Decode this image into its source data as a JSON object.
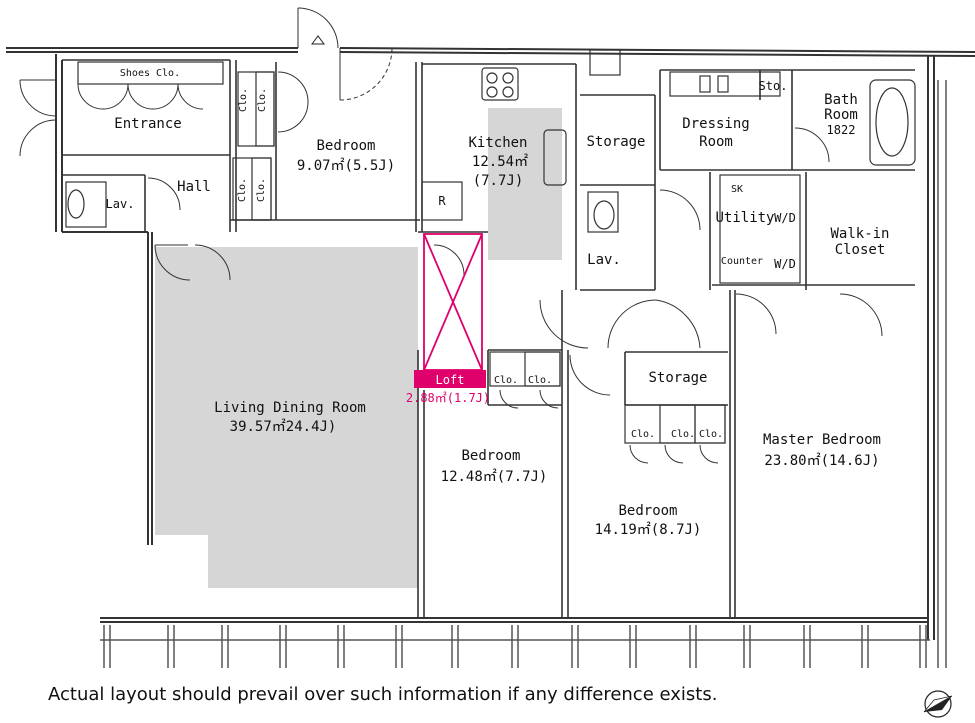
{
  "rooms": {
    "shoes_closet": "Shoes Clo.",
    "entrance": "Entrance",
    "lav_left": "Lav.",
    "hall": "Hall",
    "clo": "Clo.",
    "bedroom_1_name": "Bedroom",
    "bedroom_1_area": "9.07㎡(5.5J)",
    "kitchen_name": "Kitchen",
    "kitchen_area": "12.54㎡",
    "kitchen_jo": "(7.7J)",
    "refrigerator": "R",
    "storage_top": "Storage",
    "lav_center": "Lav.",
    "dressing_1": "Dressing",
    "dressing_2": "Room",
    "sto": "Sto.",
    "bath_1": "Bath",
    "bath_2": "Room",
    "bath_3": "1822",
    "sk": "SK",
    "utility": "Utility",
    "wd": "W/D",
    "counter": "Counter",
    "walkin_1": "Walk-in",
    "walkin_2": "Closet",
    "living_name": "Living Dining Room",
    "living_area": "39.57㎡24.4J)",
    "loft_name": "Loft",
    "loft_area": "2.88㎡(1.7J)",
    "storage_mid": "Storage",
    "bedroom_2_name": "Bedroom",
    "bedroom_2_area": "12.48㎡(7.7J)",
    "bedroom_3_name": "Bedroom",
    "bedroom_3_area": "14.19㎡(8.7J)",
    "master_name": "Master Bedroom",
    "master_area": "23.80㎡(14.6J)"
  },
  "footer": {
    "note": "Actual layout should prevail over such information if any difference exists."
  },
  "colors": {
    "wall": "#333333",
    "floor_shade": "#d6d6d6",
    "loft_accent": "#e0006b"
  },
  "icons": {
    "compass": "north-arrow-icon"
  }
}
